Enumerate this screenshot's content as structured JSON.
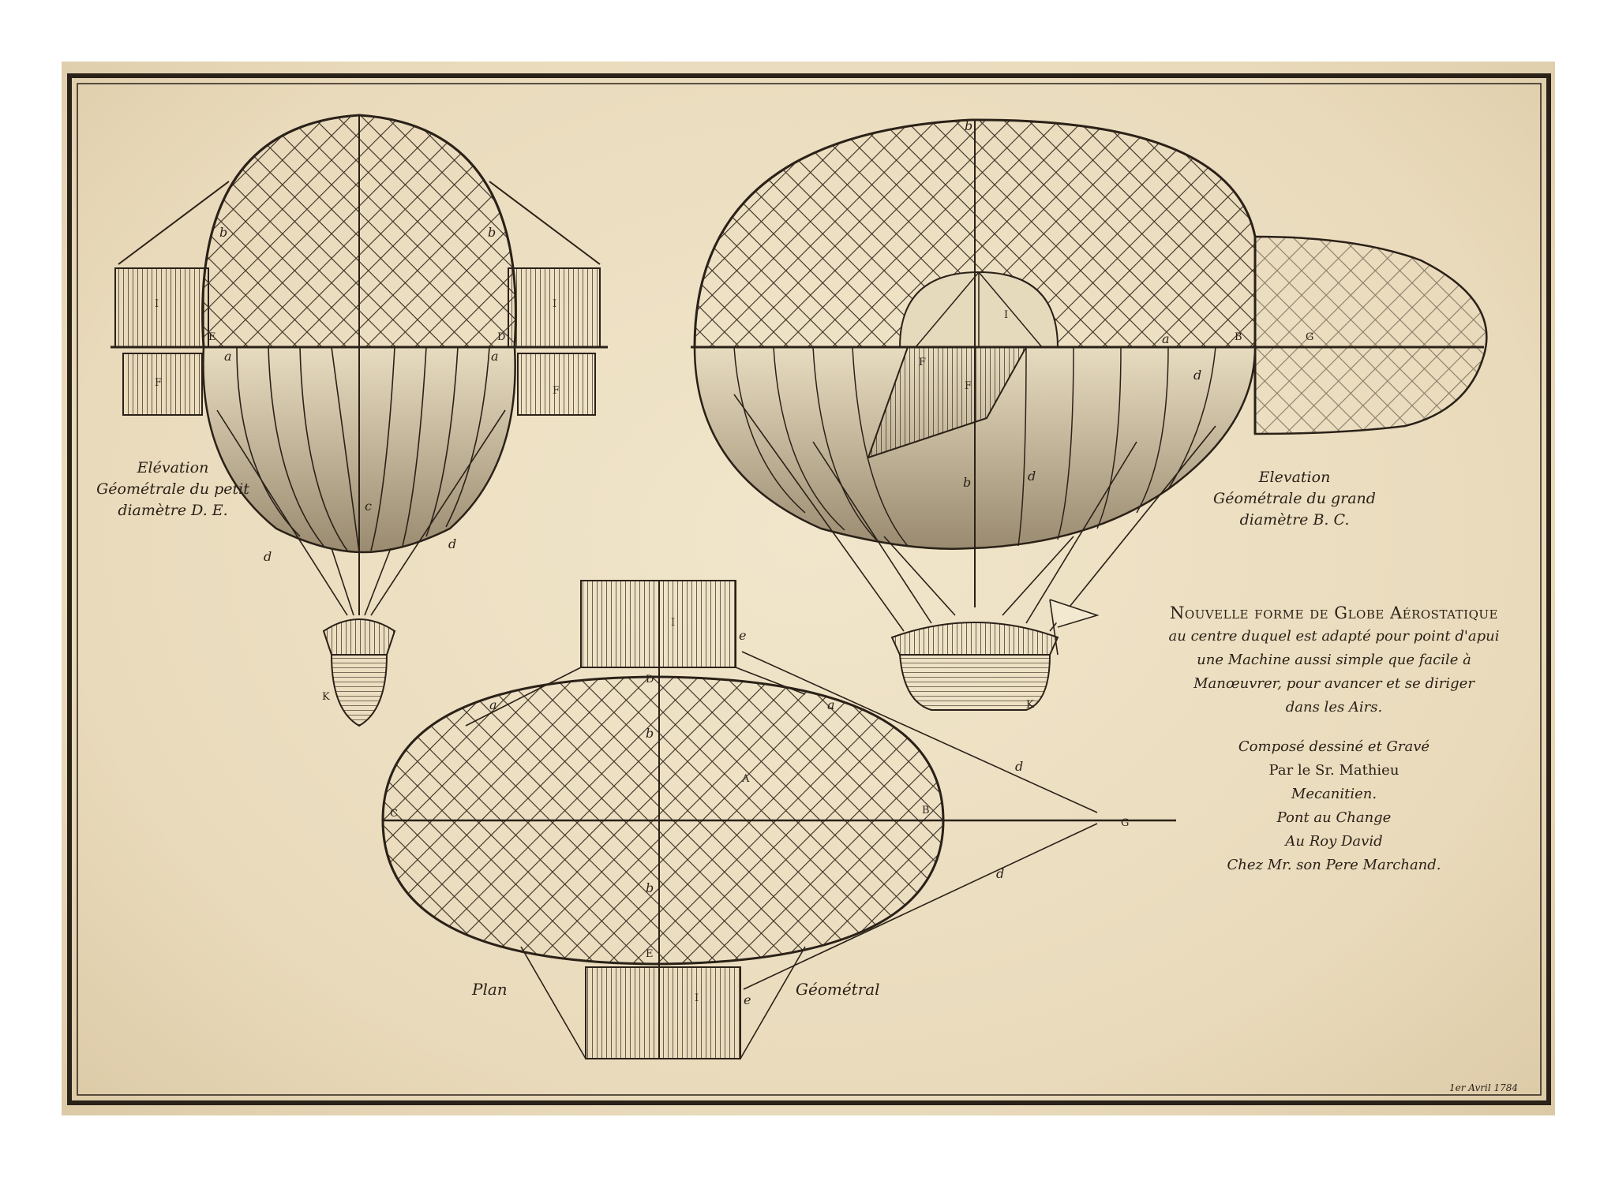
{
  "caption_left": [
    "Elévation",
    "Géométrale du petit",
    "diamètre D. E."
  ],
  "caption_right": [
    "Elevation",
    "Géométrale du grand",
    "diamètre B. C."
  ],
  "title": "Nouvelle forme de Globe Aérostatique",
  "title_lines": [
    "au centre duquel est adapté pour point d'apui",
    "une Machine aussi simple que facile à",
    "Manœuvrer, pour avancer et se diriger",
    "dans les Airs."
  ],
  "credits": [
    "Composé dessiné et Gravé",
    "Par le Sr. Mathieu",
    "Mecanitien.",
    "Pont au Change",
    "Au Roy David",
    "Chez Mr. son Pere Marchand."
  ],
  "plan_label_left": "Plan",
  "plan_label_right": "Géométral",
  "date": "1er Avril 1784",
  "letters": {
    "left_b1": "b",
    "left_b2": "b",
    "left_I1": "I",
    "left_I2": "I",
    "left_F1": "F",
    "left_F2": "F",
    "left_E": "E",
    "left_D": "D",
    "left_a1": "a",
    "left_a2": "a",
    "left_c": "c",
    "left_d1": "d",
    "left_d2": "d",
    "left_K": "K",
    "right_b1": "b",
    "right_I": "I",
    "right_G": "G",
    "right_B": "B",
    "right_a": "a",
    "right_F1": "F",
    "right_F2": "F",
    "right_b2": "b",
    "right_d1": "d",
    "right_d2": "d",
    "right_K": "K",
    "plan_I1": "I",
    "plan_e1": "e",
    "plan_D": "D",
    "plan_a1": "a",
    "plan_a2": "a",
    "plan_b1": "b",
    "plan_A": "A",
    "plan_d1": "d",
    "plan_C": "C",
    "plan_B": "B",
    "plan_G": "G",
    "plan_b2": "b",
    "plan_d2": "d",
    "plan_E": "E",
    "plan_I2": "I",
    "plan_e2": "e"
  },
  "colors": {
    "paper": "#ecdfc2",
    "ink": "#2a2118",
    "shade": "#8a7a62"
  }
}
